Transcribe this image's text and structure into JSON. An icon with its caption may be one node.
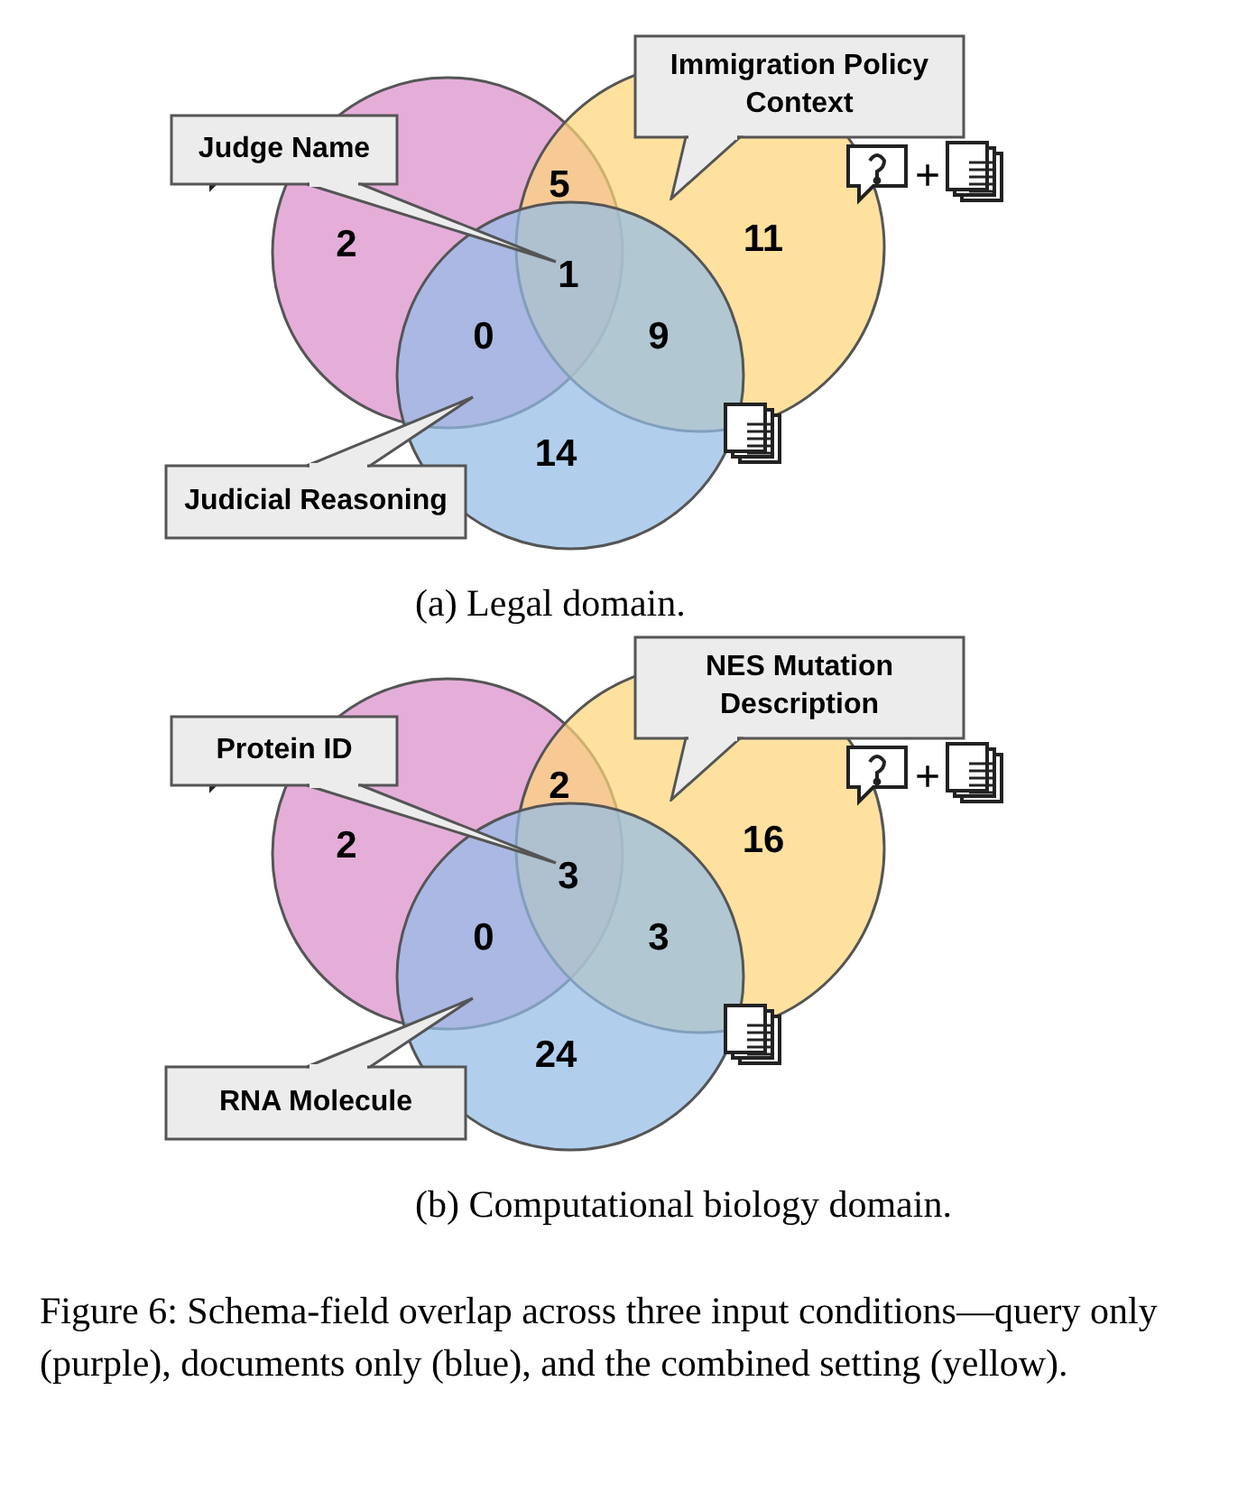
{
  "diagram": {
    "caption": "Figure 6: Schema-field overlap across three input conditions—query only (purple), documents only (blue), and the combined setting (yellow).",
    "nodes": [
      {
        "text": [],
        "shape": "circle"
      },
      {
        "text": [],
        "shape": "circle"
      },
      {
        "text": [],
        "shape": "circle"
      },
      {
        "text": [
          "Judge Name"
        ]
      },
      {
        "text": [
          "Immigration Policy Context"
        ]
      },
      {
        "text": [
          "Judicial Reasoning"
        ]
      },
      {
        "text": [],
        "shape": "circle"
      },
      {
        "text": [],
        "shape": "circle"
      },
      {
        "text": [],
        "shape": "circle"
      },
      {
        "text": [
          "Protein ID"
        ]
      },
      {
        "text": [
          "NES Mutation Description"
        ]
      },
      {
        "text": [
          "RNA Molecule"
        ]
      }
    ],
    "labels": [
      "5",
      "2",
      "1",
      "11",
      "+",
      "0",
      "9",
      "14",
      "(a) Legal domain.",
      "2",
      "2",
      "3",
      "16",
      "+",
      "0",
      "3",
      "24",
      "(b) Computational biology domain."
    ]
  }
}
